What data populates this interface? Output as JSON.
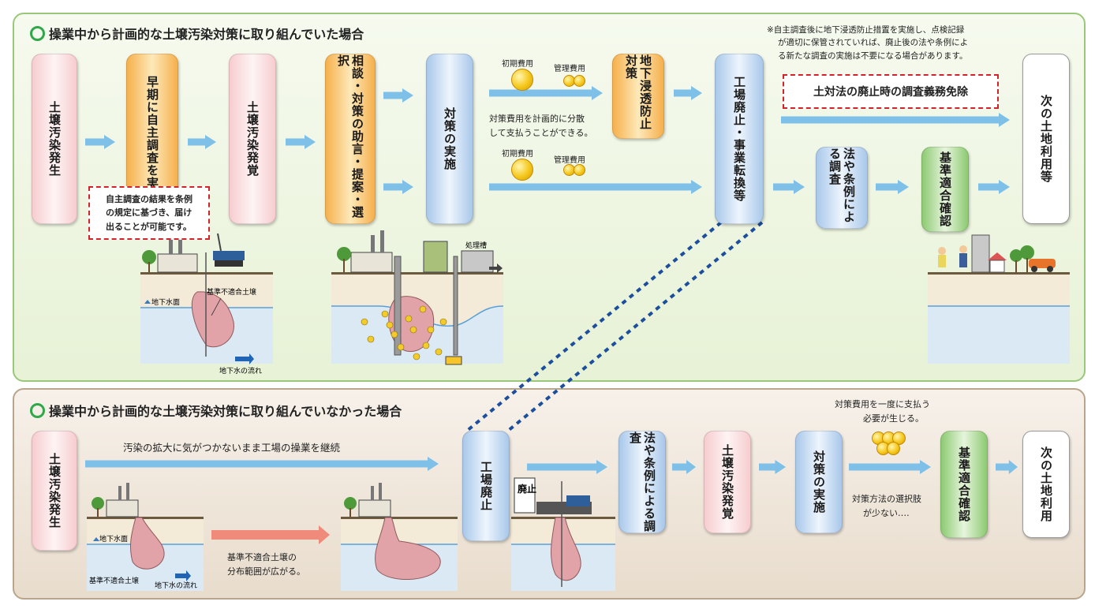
{
  "top": {
    "title": "操業中から計画的な土壌汚染対策に取り組んでいた場合",
    "note": [
      "※自主調査後に地下浸透防止措置を実施し、点検記録",
      "が適切に保管されていれば、廃止後の法や条例によ",
      "る新たな調査の実施は不要になる場合があります。"
    ],
    "exempt": "土対法の廃止時の調査義務免除",
    "self_report": [
      "自主調査の結果を条例",
      "の規定に基づき、届け",
      "出ることが可能です。"
    ],
    "steps": {
      "s1": "土壌汚染発生",
      "s2": "早期に自主調査を実施",
      "s3": "土壌汚染発覚",
      "s4": "相談・対策の助言・提案・選択",
      "s5": "対策の実施",
      "s6": "地下浸透防止対策",
      "s7": "工場廃止・事業転換等",
      "s8": "法や条例による調査",
      "s9": "基準適合確認",
      "s10": "次の土地利用等"
    },
    "cost_initial_1": "初期費用",
    "cost_mgmt_1": "管理費用",
    "cost_initial_2": "初期費用",
    "cost_mgmt_2": "管理費用",
    "cost_note": [
      "対策費用を計画的に分散",
      "して支払うことができる。"
    ],
    "ill1_soil": "基準不適合土壌",
    "ill1_water": "地下水面",
    "ill1_flow": "地下水の流れ",
    "ill2_tank": "処理槽"
  },
  "bottom": {
    "title": "操業中から計画的な土壌汚染対策に取り組んでいなかった場合",
    "continue": "汚染の拡大に気がつかないまま工場の操業を継続",
    "spread": [
      "基準不適合土壌の",
      "分布範囲が広がる。"
    ],
    "cost_once": [
      "対策費用を一度に支払う",
      "必要が生じる。"
    ],
    "few_options": [
      "対策方法の選択肢",
      "が少ない‥‥"
    ],
    "steps": {
      "s1": "土壌汚染発生",
      "s2": "工場廃止",
      "s3": "法や条例による調査",
      "s4": "土壌汚染発覚",
      "s5": "対策の実施",
      "s6": "基準適合確認",
      "s7": "次の土地利用"
    },
    "ill_water": "地下水面",
    "ill_soil": "基準不適合土壌",
    "ill_flow": "地下水の流れ",
    "closed_sign": "廃止"
  },
  "colors": {
    "arrow": "#7ec0e8",
    "red_arrow": "#f08a7a",
    "dash_link": "#1c4e9e"
  }
}
